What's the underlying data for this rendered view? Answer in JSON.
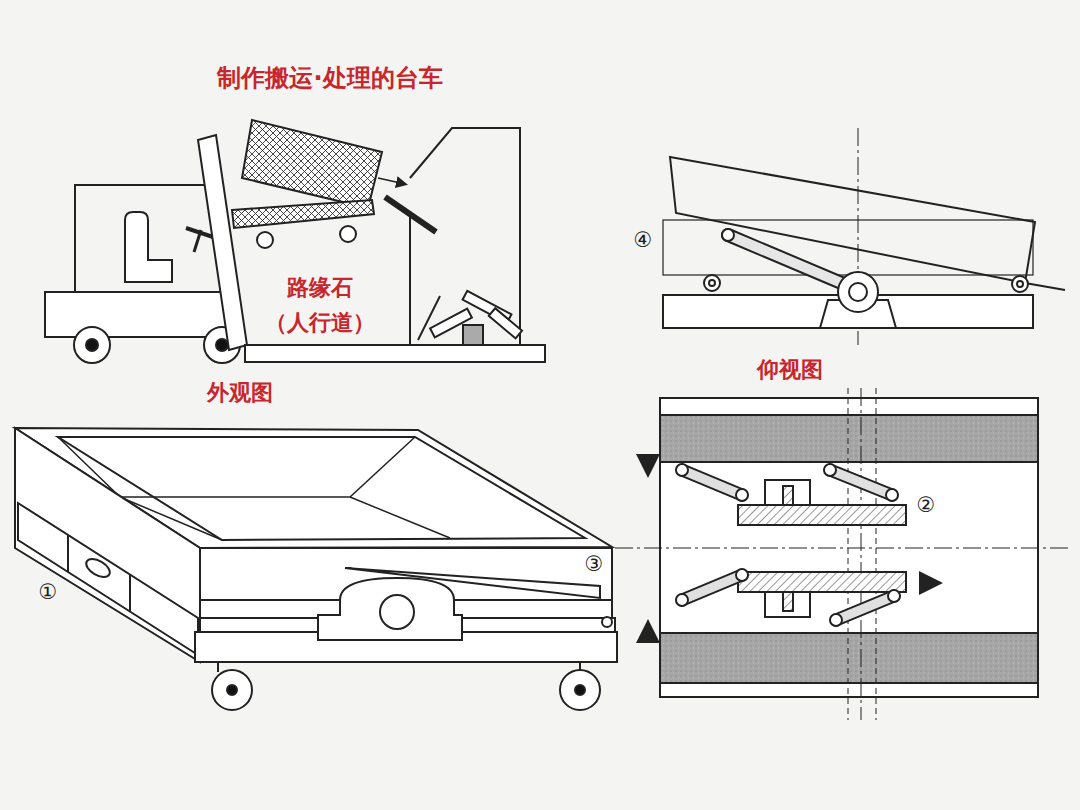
{
  "diagram": {
    "title": "制作搬运·处理的台车",
    "labels": [
      "④",
      "路缘石 （人行道）",
      "外观图",
      "仰视图",
      "②",
      "①",
      "③"
    ]
  }
}
